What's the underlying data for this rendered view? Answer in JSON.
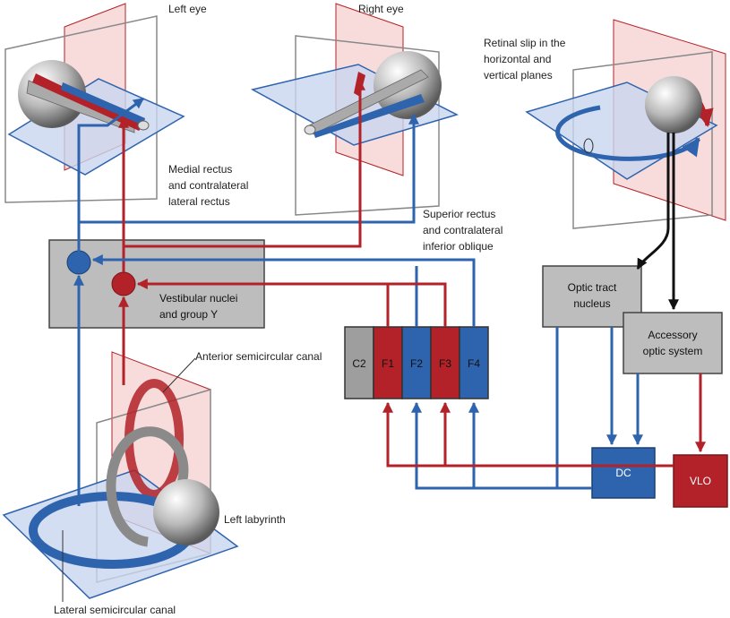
{
  "labels": {
    "left_eye": "Left eye",
    "right_eye": "Right eye",
    "retinal_slip": [
      "Retinal slip in the",
      "horizontal and",
      "vertical planes"
    ],
    "medial_rectus": [
      "Medial rectus",
      "and contralateral",
      "lateral rectus"
    ],
    "superior_rectus": [
      "Superior rectus",
      "and contralateral",
      "inferior oblique"
    ],
    "vestibular_nuclei": [
      "Vestibular nuclei",
      "and group Y"
    ],
    "anterior_canal": "Anterior semicircular canal",
    "left_labyrinth": "Left labyrinth",
    "lateral_canal": "Lateral semicircular canal",
    "optic_tract_nucleus": [
      "Optic tract",
      "nucleus"
    ],
    "accessory_optic": [
      "Accessory",
      "optic system"
    ],
    "dc": "DC",
    "vlo": "VLO"
  },
  "flocculus_zones": [
    "C2",
    "F1",
    "F2",
    "F3",
    "F4"
  ],
  "colors": {
    "blue": "#2e63ae",
    "red": "#b22228",
    "gray_box": "#bdbdbd",
    "plane_blue": "#c9d6ef",
    "plane_red": "#f2c5c3"
  }
}
